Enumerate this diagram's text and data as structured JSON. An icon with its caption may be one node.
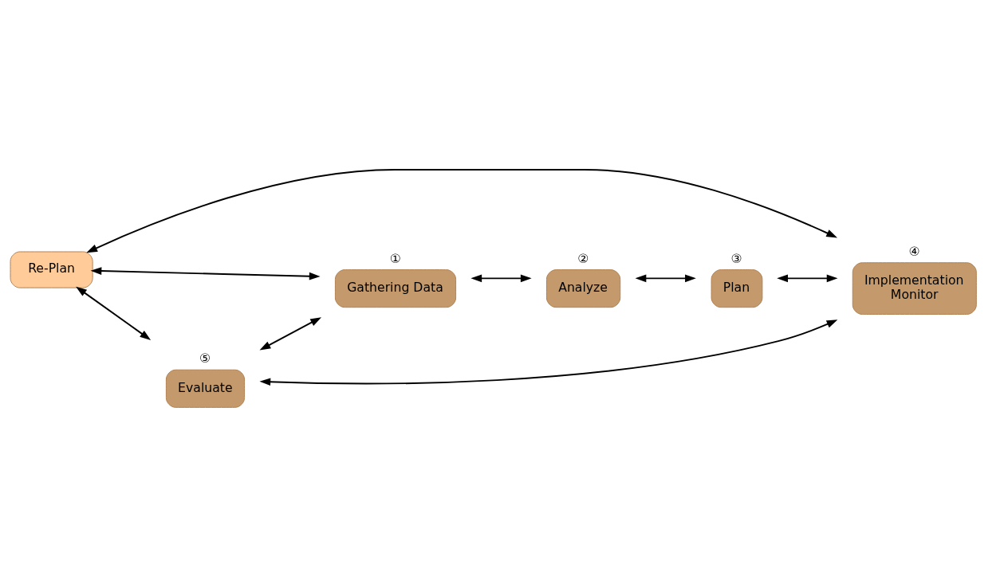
{
  "diagram": {
    "nodes": [
      {
        "text": [
          "Re-Plan"
        ]
      },
      {
        "text": [
          "Gathering Data"
        ],
        "beside": [
          "①"
        ]
      },
      {
        "text": [
          "Analyze"
        ],
        "beside": [
          "②"
        ]
      },
      {
        "text": [
          "Plan"
        ],
        "beside": [
          "③"
        ]
      },
      {
        "text": [
          "Implementation",
          "Monitor"
        ],
        "beside": [
          "④"
        ]
      },
      {
        "text": [
          "Evaluate"
        ],
        "beside": [
          "⑤"
        ]
      }
    ],
    "edges": [
      {
        "from": 0,
        "to": 1,
        "arrow": "both"
      },
      {
        "from": 0,
        "to": 5,
        "arrow": "both"
      },
      {
        "from": 0,
        "to": 4,
        "arrow": "both"
      },
      {
        "from": 1,
        "to": 2,
        "arrow": "both"
      },
      {
        "from": 2,
        "to": 3,
        "arrow": "both"
      },
      {
        "from": 3,
        "to": 4,
        "arrow": "both"
      },
      {
        "from": 5,
        "to": 4,
        "arrow": "both"
      },
      {
        "from": 5,
        "to": 1,
        "arrow": "both"
      }
    ]
  }
}
